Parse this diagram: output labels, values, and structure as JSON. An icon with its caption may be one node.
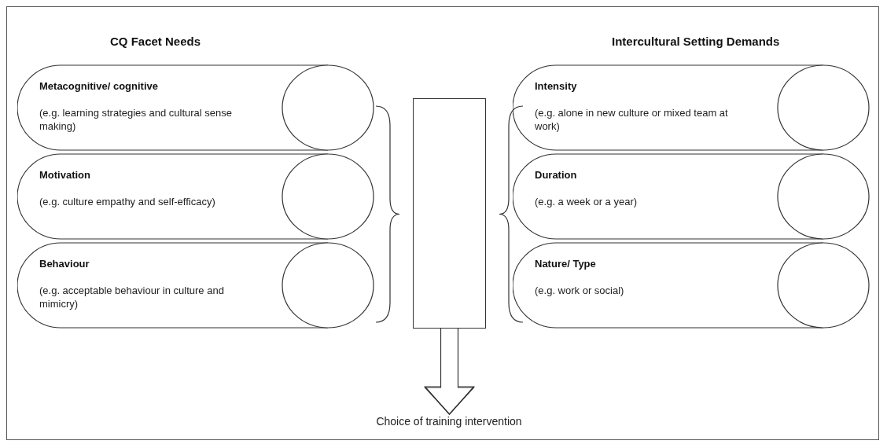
{
  "diagram": {
    "nodes": [
      {
        "text": [
          "Metacognitive/ cognitive",
          "(e.g. learning strategies and cultural sense making)"
        ]
      },
      {
        "text": [
          "Motivation",
          "(e.g. culture empathy and self-efficacy)"
        ]
      },
      {
        "text": [
          "Behaviour",
          "(e.g. acceptable behaviour in culture and mimicry)"
        ]
      },
      {
        "text": [
          "Intensity",
          "(e.g. alone in new culture or mixed team at work)"
        ]
      },
      {
        "text": [
          "Duration",
          "(e.g. a week or a year)"
        ]
      },
      {
        "text": [
          "Nature/ Type",
          "(e.g. work or social)"
        ]
      },
      {
        "text": [],
        "shape": "box"
      },
      {
        "text": [
          "Choice of training intervention"
        ]
      }
    ],
    "edges": [
      {
        "from": 6,
        "to": 7,
        "arrow": "to"
      }
    ],
    "labels": [
      "CQ Facet Needs",
      "Intercultural Setting Demands"
    ]
  }
}
